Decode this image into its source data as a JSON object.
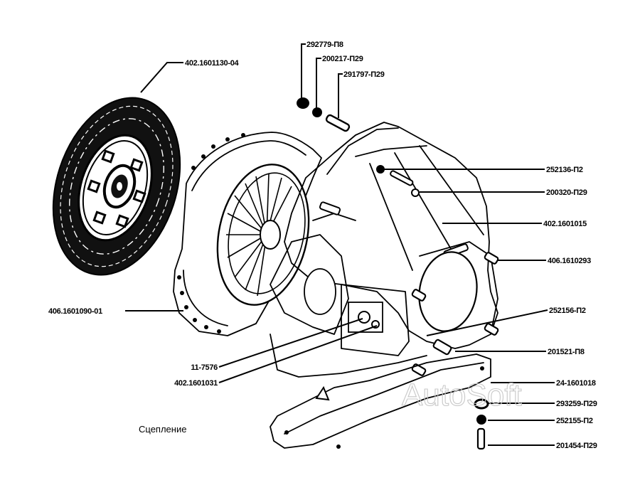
{
  "title": "Сцепление",
  "watermark": "AutoSoft",
  "parts": {
    "clutch_disc": "402.1601130-04",
    "pressure_plate": "406.1601090-01",
    "nut_top": "292779-П8",
    "washer_top": "200217-П29",
    "stud_top": "291797-П29",
    "washer_upper_right": "252136-П2",
    "bolt_upper_right": "200320-П29",
    "clutch_housing": "402.1601015",
    "stud_right": "406.1610293",
    "washer_right": "252156-П2",
    "nut_right": "201521-П8",
    "housing_cover": "24-1601018",
    "washer_bottom_1": "293259-П29",
    "washer_bottom_2": "252155-П2",
    "bolt_bottom": "201454-П29",
    "plug": "11-7576",
    "guide_sleeve": "402.1601031"
  }
}
